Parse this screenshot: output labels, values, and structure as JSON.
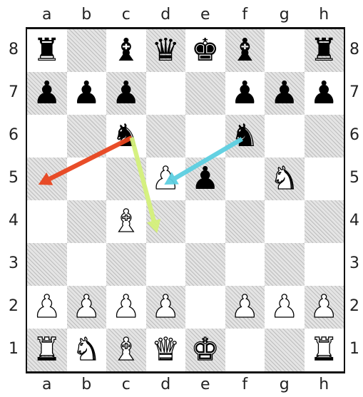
{
  "files": [
    "a",
    "b",
    "c",
    "d",
    "e",
    "f",
    "g",
    "h"
  ],
  "ranks": [
    "8",
    "7",
    "6",
    "5",
    "4",
    "3",
    "2",
    "1"
  ],
  "pieces": [
    {
      "square": "a8",
      "type": "rook",
      "color": "black"
    },
    {
      "square": "c8",
      "type": "bishop",
      "color": "black"
    },
    {
      "square": "d8",
      "type": "queen",
      "color": "black"
    },
    {
      "square": "e8",
      "type": "king",
      "color": "black"
    },
    {
      "square": "f8",
      "type": "bishop",
      "color": "black"
    },
    {
      "square": "h8",
      "type": "rook",
      "color": "black"
    },
    {
      "square": "a7",
      "type": "pawn",
      "color": "black"
    },
    {
      "square": "b7",
      "type": "pawn",
      "color": "black"
    },
    {
      "square": "c7",
      "type": "pawn",
      "color": "black"
    },
    {
      "square": "f7",
      "type": "pawn",
      "color": "black"
    },
    {
      "square": "g7",
      "type": "pawn",
      "color": "black"
    },
    {
      "square": "h7",
      "type": "pawn",
      "color": "black"
    },
    {
      "square": "c6",
      "type": "knight",
      "color": "black"
    },
    {
      "square": "f6",
      "type": "knight",
      "color": "black"
    },
    {
      "square": "e5",
      "type": "pawn",
      "color": "black"
    },
    {
      "square": "d5",
      "type": "pawn",
      "color": "white"
    },
    {
      "square": "g5",
      "type": "knight",
      "color": "white"
    },
    {
      "square": "c4",
      "type": "bishop",
      "color": "white"
    },
    {
      "square": "a2",
      "type": "pawn",
      "color": "white"
    },
    {
      "square": "b2",
      "type": "pawn",
      "color": "white"
    },
    {
      "square": "c2",
      "type": "pawn",
      "color": "white"
    },
    {
      "square": "d2",
      "type": "pawn",
      "color": "white"
    },
    {
      "square": "f2",
      "type": "pawn",
      "color": "white"
    },
    {
      "square": "g2",
      "type": "pawn",
      "color": "white"
    },
    {
      "square": "h2",
      "type": "pawn",
      "color": "white"
    },
    {
      "square": "a1",
      "type": "rook",
      "color": "white"
    },
    {
      "square": "b1",
      "type": "knight",
      "color": "white"
    },
    {
      "square": "c1",
      "type": "bishop",
      "color": "white"
    },
    {
      "square": "d1",
      "type": "queen",
      "color": "white"
    },
    {
      "square": "e1",
      "type": "king",
      "color": "white"
    },
    {
      "square": "h1",
      "type": "rook",
      "color": "white"
    }
  ],
  "arrows": [
    {
      "from": "c6",
      "to": "a5",
      "color": "#e8431e"
    },
    {
      "from": "c6",
      "to": "d4",
      "color": "#d4f07a"
    },
    {
      "from": "f6",
      "to": "d5",
      "color": "#5ccfe0"
    }
  ],
  "glyphs": {
    "king": "♚",
    "queen": "♛",
    "rook": "♜",
    "bishop": "♝",
    "knight": "♞",
    "pawn": "♟"
  }
}
